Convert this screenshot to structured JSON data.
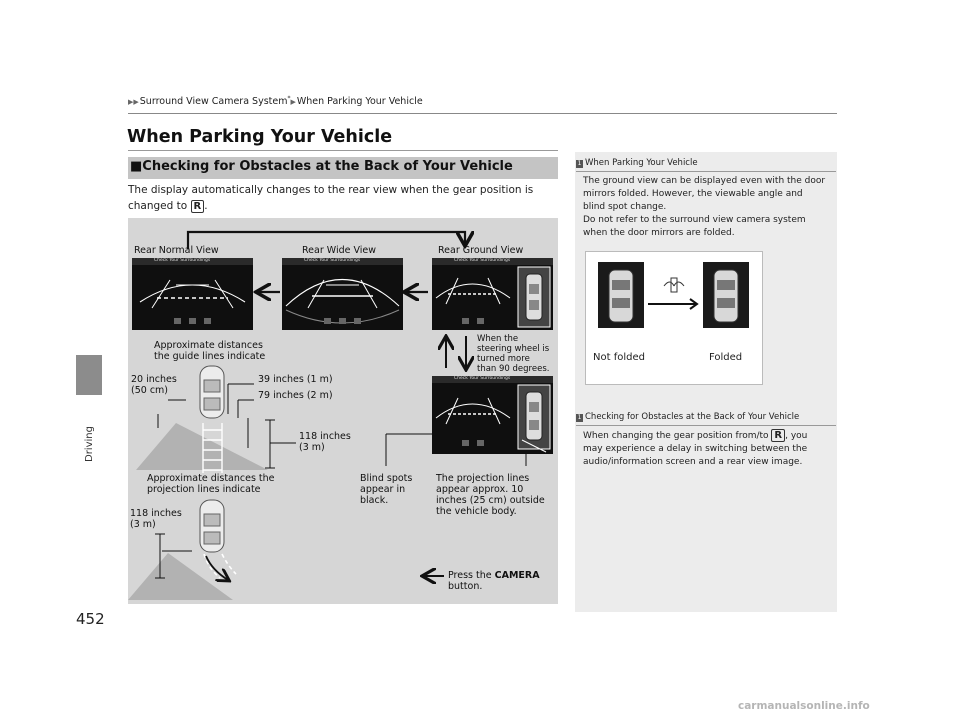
{
  "breadcrumb": {
    "part1": "Surround View Camera System",
    "star": "*",
    "part2": "When Parking Your Vehicle"
  },
  "page_title": "When Parking Your Vehicle",
  "section_title": "■Checking for Obstacles at the Back of Your Vehicle",
  "intro": {
    "text": "The display automatically changes to the rear view when the gear position is changed to",
    "key": "R",
    "tail": "."
  },
  "diagram": {
    "views": {
      "normal": "Rear Normal View",
      "wide": "Rear Wide View",
      "ground": "Rear Ground View"
    },
    "screen_bar": "Check Your Surroundings",
    "guide_caption_1": "Approximate distances",
    "guide_caption_2": "the guide lines indicate",
    "steer_1": "When the",
    "steer_2": "steering wheel is",
    "steer_3": "turned more",
    "steer_4": "than 90 degrees.",
    "d20_1": "20 inches",
    "d20_2": "(50 cm)",
    "d39": "39 inches (1 m)",
    "d79": "79 inches (2 m)",
    "d118a_1": "118 inches",
    "d118a_2": "(3 m)",
    "proj_caption_1": "Approximate distances the",
    "proj_caption_2": "projection lines indicate",
    "d118b_1": "118 inches",
    "d118b_2": "(3 m)",
    "blind_1": "Blind spots",
    "blind_2": "appear in",
    "blind_3": "black.",
    "proj_note_1": "The projection lines",
    "proj_note_2": "appear approx. 10",
    "proj_note_3": "inches (25 cm) outside",
    "proj_note_4": "the vehicle body.",
    "press_prefix": "Press the ",
    "press_bold": "CAMERA",
    "press_suffix": "button."
  },
  "notes": {
    "n1_num": "1",
    "n1_title": "When Parking Your Vehicle",
    "n1_l1": "The ground view can be displayed even with the door",
    "n1_l2": "mirrors folded. However, the viewable angle and",
    "n1_l3": "blind spot change.",
    "n1_l4": "Do not refer to the surround view camera system",
    "n1_l5": "when the door mirrors are folded.",
    "not_folded": "Not folded",
    "folded": "Folded",
    "n2_num": "1",
    "n2_title": "Checking for Obstacles at the Back of Your Vehicle",
    "n2_l1a": "When changing the gear position from/to ",
    "n2_key": "R",
    "n2_l1b": ", you",
    "n2_l2": "may experience a delay in switching between the",
    "n2_l3": "audio/information screen and a rear view image."
  },
  "side_label": "Driving",
  "page_number": "452",
  "watermark": "carmanualsonline.info",
  "colors": {
    "panel": "#d6d6d6",
    "note": "#ececec",
    "section_bar": "#c4c4c4",
    "tab": "#8c8c8c"
  }
}
